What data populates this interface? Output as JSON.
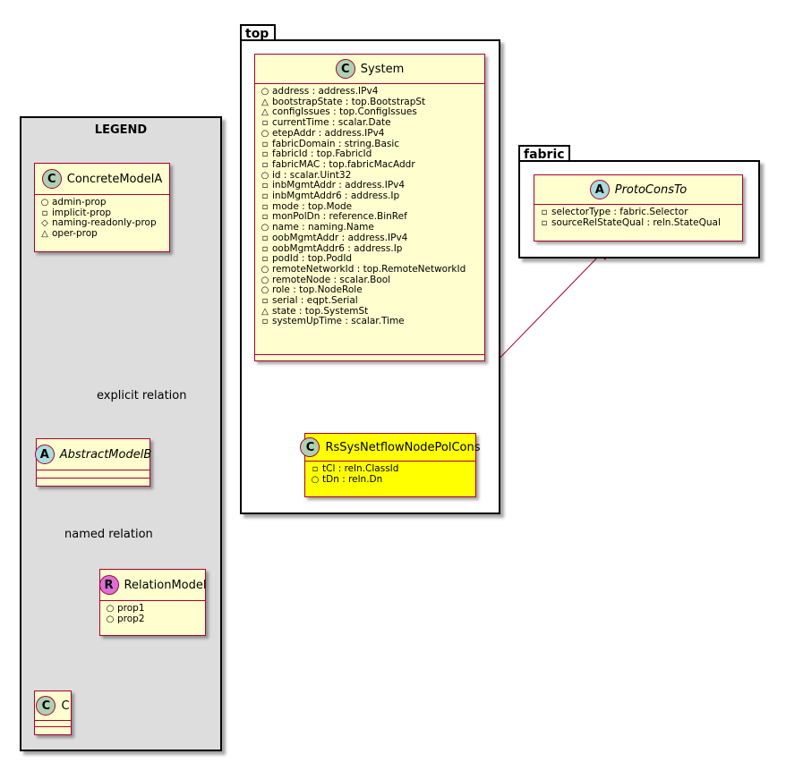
{
  "legend": {
    "title": "LEGEND",
    "concrete": {
      "name": "ConcreteModelA",
      "attrs": [
        {
          "vis": "public",
          "text": "admin-prop"
        },
        {
          "vis": "private",
          "text": "implicit-prop"
        },
        {
          "vis": "protected",
          "text": "naming-readonly-prop"
        },
        {
          "vis": "package",
          "text": "oper-prop"
        }
      ]
    },
    "abstract": {
      "name": "AbstractModelB"
    },
    "relation": {
      "name": "RelationModel",
      "attrs": [
        {
          "vis": "public",
          "text": "prop1"
        },
        {
          "vis": "public",
          "text": "prop2"
        }
      ]
    },
    "c": {
      "name": "C"
    },
    "explicit_label": "explicit relation",
    "named_label": "named relation"
  },
  "top": {
    "package": "top",
    "system": {
      "name": "System",
      "attrs": [
        {
          "vis": "public",
          "text": "address : address.IPv4"
        },
        {
          "vis": "package",
          "text": "bootstrapState : top.BootstrapSt"
        },
        {
          "vis": "package",
          "text": "configIssues : top.ConfigIssues"
        },
        {
          "vis": "private",
          "text": "currentTime : scalar.Date"
        },
        {
          "vis": "public",
          "text": "etepAddr : address.IPv4"
        },
        {
          "vis": "private",
          "text": "fabricDomain : string.Basic"
        },
        {
          "vis": "private",
          "text": "fabricId : top.FabricId"
        },
        {
          "vis": "private",
          "text": "fabricMAC : top.fabricMacAddr"
        },
        {
          "vis": "public",
          "text": "id : scalar.Uint32"
        },
        {
          "vis": "private",
          "text": "inbMgmtAddr : address.IPv4"
        },
        {
          "vis": "private",
          "text": "inbMgmtAddr6 : address.Ip"
        },
        {
          "vis": "private",
          "text": "mode : top.Mode"
        },
        {
          "vis": "private",
          "text": "monPolDn : reference.BinRef"
        },
        {
          "vis": "public",
          "text": "name : naming.Name"
        },
        {
          "vis": "private",
          "text": "oobMgmtAddr : address.IPv4"
        },
        {
          "vis": "private",
          "text": "oobMgmtAddr6 : address.Ip"
        },
        {
          "vis": "private",
          "text": "podId : top.PodId"
        },
        {
          "vis": "public",
          "text": "remoteNetworkId : top.RemoteNetworkId"
        },
        {
          "vis": "public",
          "text": "remoteNode : scalar.Bool"
        },
        {
          "vis": "public",
          "text": "role : top.NodeRole"
        },
        {
          "vis": "private",
          "text": "serial : eqpt.Serial"
        },
        {
          "vis": "package",
          "text": "state : top.SystemSt"
        },
        {
          "vis": "private",
          "text": "systemUpTime : scalar.Time"
        }
      ]
    },
    "rs": {
      "name": "RsSysNetflowNodePolCons",
      "attrs": [
        {
          "vis": "private",
          "text": "tCl : reln.ClassId"
        },
        {
          "vis": "public",
          "text": "tDn : reln.Dn"
        }
      ]
    }
  },
  "fabric": {
    "package": "fabric",
    "proto": {
      "name": "ProtoConsTo",
      "attrs": [
        {
          "vis": "private",
          "text": "selectorType : fabric.Selector"
        },
        {
          "vis": "private",
          "text": "sourceRelStateQual : reln.StateQual"
        }
      ]
    }
  },
  "colors": {
    "class_border": "#a80036",
    "class_fill": "#fefece",
    "highlight_fill": "#ffff00",
    "legend_fill": "#dddddd"
  }
}
